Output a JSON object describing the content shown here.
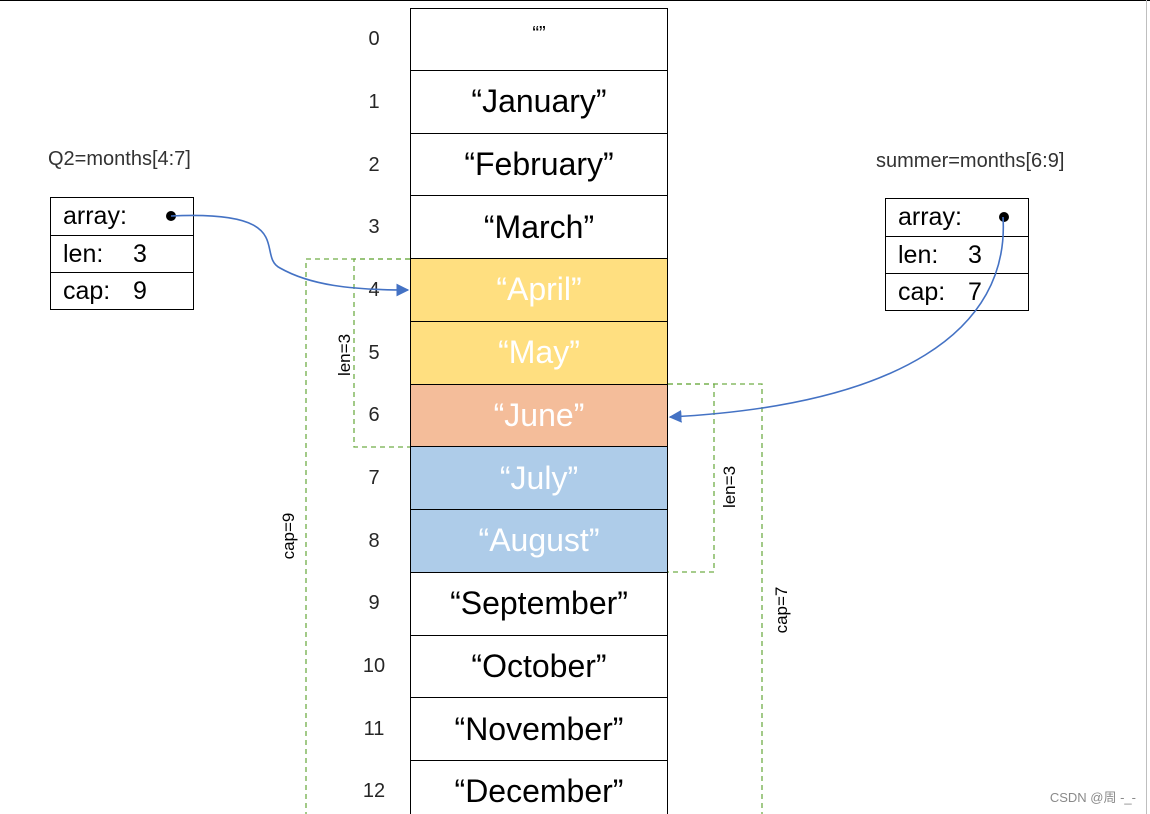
{
  "array": {
    "indices": [
      "0",
      "1",
      "2",
      "3",
      "4",
      "5",
      "6",
      "7",
      "8",
      "9",
      "10",
      "11",
      "12"
    ],
    "values": [
      "“”",
      "“January”",
      "“February”",
      "“March”",
      "“April”",
      "“May”",
      "“June”",
      "“July”",
      "“August”",
      "“September”",
      "“October”",
      "“November”",
      "“December”"
    ]
  },
  "q2": {
    "title": "Q2=months[4:7]",
    "array_key": "array:",
    "len_key": "len:",
    "len_val": "3",
    "cap_key": "cap:",
    "cap_val": "9",
    "len_label": "len=3",
    "cap_label": "cap=9"
  },
  "summer": {
    "title": "summer=months[6:9]",
    "array_key": "array:",
    "len_key": "len:",
    "len_val": "3",
    "cap_key": "cap:",
    "cap_val": "7",
    "len_label": "len=3",
    "cap_label": "cap=7"
  },
  "colors": {
    "q2_only": "#ffdf80",
    "overlap": "#f4bd9a",
    "summer_only": "#aecce9",
    "pointer_arrow": "#4472c4",
    "bracket": "#70ad47"
  },
  "watermark": "CSDN @周 -_-"
}
